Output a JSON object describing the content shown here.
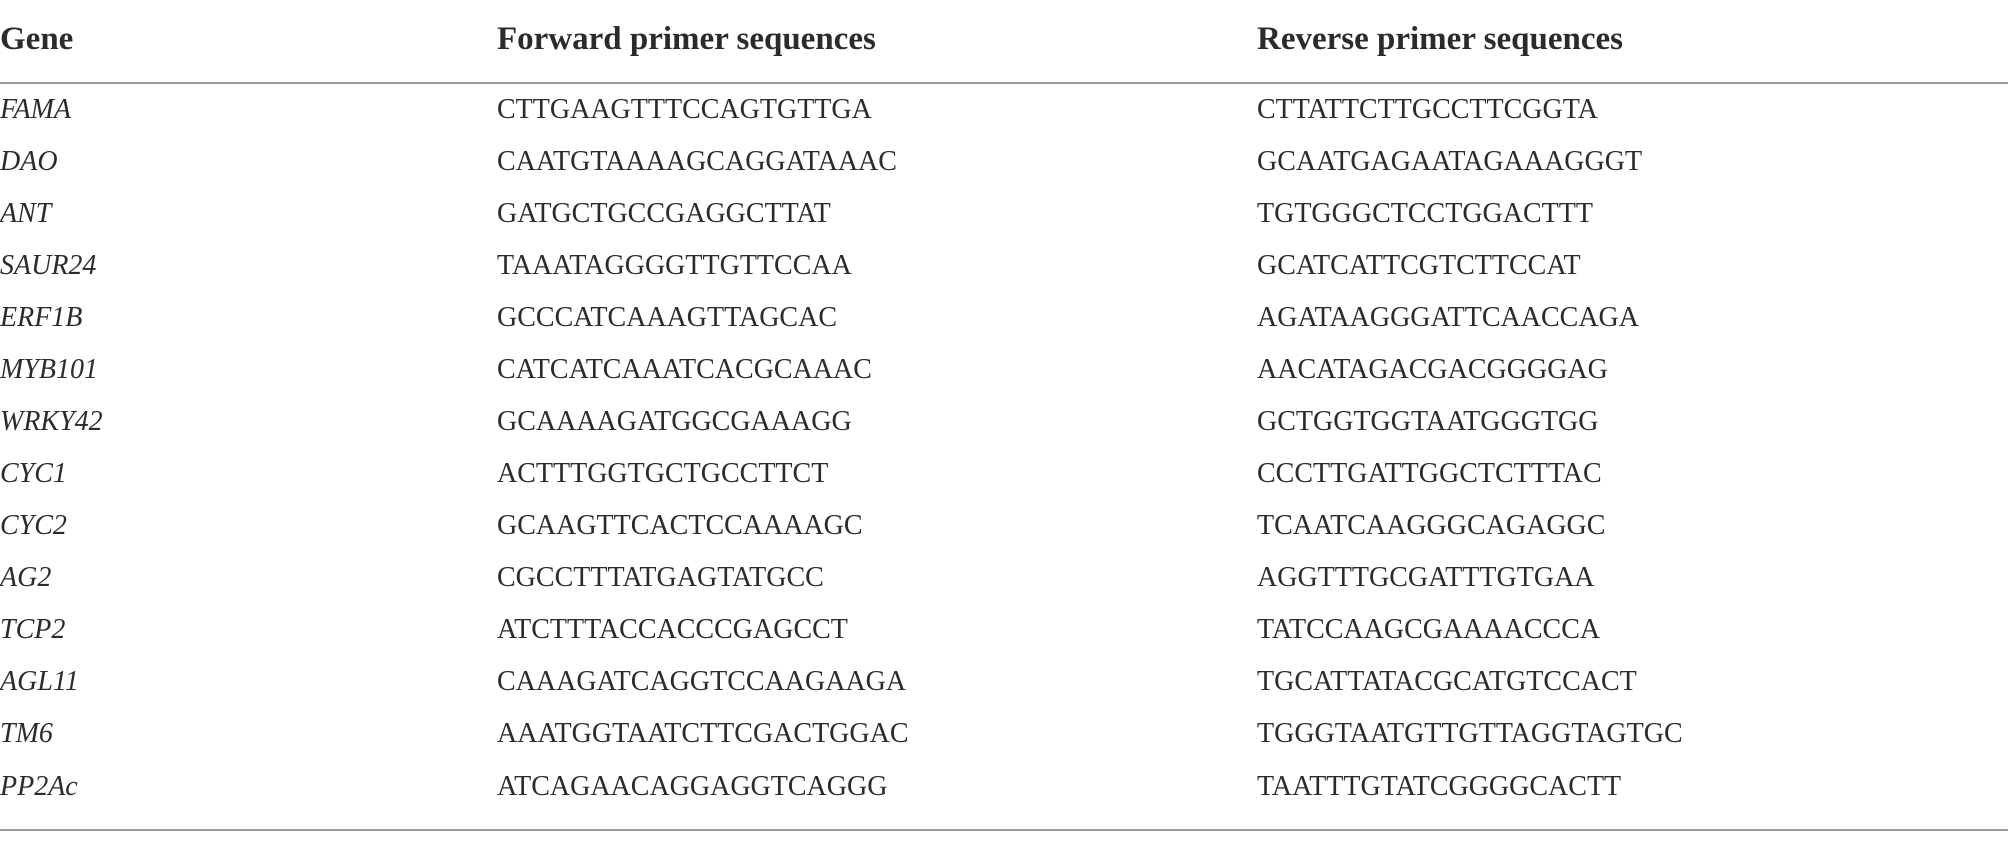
{
  "table": {
    "headers": {
      "gene": "Gene",
      "forward": "Forward primer sequences",
      "reverse": "Reverse primer sequences"
    },
    "rows": [
      {
        "gene": "FAMA",
        "forward": "CTTGAAGTTTCCAGTGTTGA",
        "reverse": "CTTATTCTTGCCTTCGGTA"
      },
      {
        "gene": "DAO",
        "forward": "CAATGTAAAAGCAGGATAAAC",
        "reverse": "GCAATGAGAATAGAAAGGGT"
      },
      {
        "gene": "ANT",
        "forward": "GATGCTGCCGAGGCTTAT",
        "reverse": "TGTGGGCTCCTGGACTTT"
      },
      {
        "gene": "SAUR24",
        "forward": "TAAATAGGGGTTGTTCCAA",
        "reverse": "GCATCATTCGTCTTCCAT"
      },
      {
        "gene": "ERF1B",
        "forward": "GCCCATCAAAGTTAGCAC",
        "reverse": "AGATAAGGGATTCAACCAGA"
      },
      {
        "gene": "MYB101",
        "forward": "CATCATCAAATCACGCAAAC",
        "reverse": "AACATAGACGACGGGGAG"
      },
      {
        "gene": "WRKY42",
        "forward": "GCAAAAGATGGCGAAAGG",
        "reverse": "GCTGGTGGTAATGGGTGG"
      },
      {
        "gene": "CYC1",
        "forward": "ACTTTGGTGCTGCCTTCT",
        "reverse": "CCCTTGATTGGCTCTTTAC"
      },
      {
        "gene": "CYC2",
        "forward": "GCAAGTTCACTCCAAAAGC",
        "reverse": "TCAATCAAGGGCAGAGGC"
      },
      {
        "gene": "AG2",
        "forward": "CGCCTTTATGAGTATGCC",
        "reverse": "AGGTTTGCGATTTGTGAA"
      },
      {
        "gene": "TCP2",
        "forward": "ATCTTTACCACCCGAGCCT",
        "reverse": "TATCCAAGCGAAAACCCA"
      },
      {
        "gene": "AGL11",
        "forward": "CAAAGATCAGGTCCAAGAAGA",
        "reverse": "TGCATTATACGCATGTCCACT"
      },
      {
        "gene": "TM6",
        "forward": "AAATGGTAATCTTCGACTGGAC",
        "reverse": "TGGGTAATGTTGTTAGGTAGTGC"
      },
      {
        "gene": "PP2Ac",
        "forward": "ATCAGAACAGGAGGTCAGGG",
        "reverse": "TAATTTGTATCGGGGCACTT"
      }
    ]
  }
}
